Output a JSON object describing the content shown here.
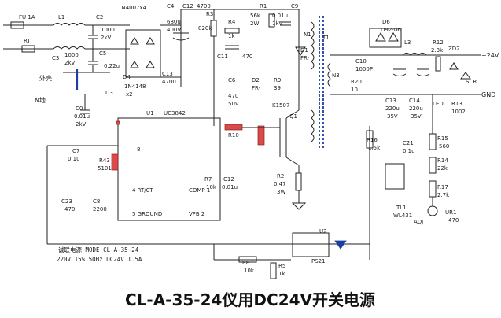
{
  "caption": "CL-A-35-24仪用DC24V开关电源",
  "mains": {
    "fuse": "FU 1A",
    "rt": "RT",
    "shell_label": "外壳",
    "neutral_label": "N地",
    "l1": "L1"
  },
  "output": {
    "plus": "+24V",
    "gnd": "GND"
  },
  "ic": {
    "ref": "U1",
    "part": "UC3842",
    "pins": [
      "8",
      "4 RT/CT",
      "5 GROUND",
      "COMP 1",
      "VFB 2"
    ]
  },
  "parts": [
    "C2",
    "1000",
    "2kV",
    "C3",
    "1000",
    "2kV",
    "C5",
    "0.22u",
    "1N4007x4",
    "D4",
    "C4",
    "680u",
    "400V",
    "C12",
    "4700",
    "C13",
    "4700",
    "D3",
    "1N4148",
    "x2",
    "C0",
    "0.01u",
    "2kV",
    "R3",
    "820k",
    "R4",
    "1k",
    "R1",
    "56k",
    "2W",
    "C9",
    "0.01u",
    "1kV",
    "C11",
    "470",
    "N1",
    "D1",
    "FR-",
    "T1",
    "D2",
    "FR-",
    "R9",
    "39",
    "C6",
    "47u",
    "50V",
    "K1507",
    "Q1",
    "R10",
    "R2",
    "0.47",
    "3W",
    "C7",
    "0.1u",
    "R43",
    "5101",
    "C23",
    "470",
    "C8",
    "2200",
    "R7",
    "10k",
    "C12",
    "0.01u",
    "R8",
    "10k",
    "R5",
    "1k",
    "N3",
    "D6",
    "D92-06",
    "C10",
    "1000P",
    "R20",
    "10",
    "C13",
    "220u",
    "35V",
    "C14",
    "220u",
    "35V",
    "L3",
    "R12",
    "2.3k",
    "ZD2",
    "SCR",
    "LED",
    "R13",
    "1002",
    "R16",
    "1.5k",
    "C21",
    "0.1u",
    "R15",
    "560",
    "R14",
    "22k",
    "R17",
    "2.7k",
    "TL1",
    "WL431",
    "ADJ",
    "UR1",
    "470",
    "U2",
    "PS21"
  ],
  "model_note": {
    "line1": "诚联电源    MODE CL-A-35-24",
    "line2": "220V 15% 50Hz DC24V 1.5A"
  },
  "colors": {
    "wire": "#222222",
    "highlight": "#d94a4a",
    "accent": "#1b3fa0"
  }
}
